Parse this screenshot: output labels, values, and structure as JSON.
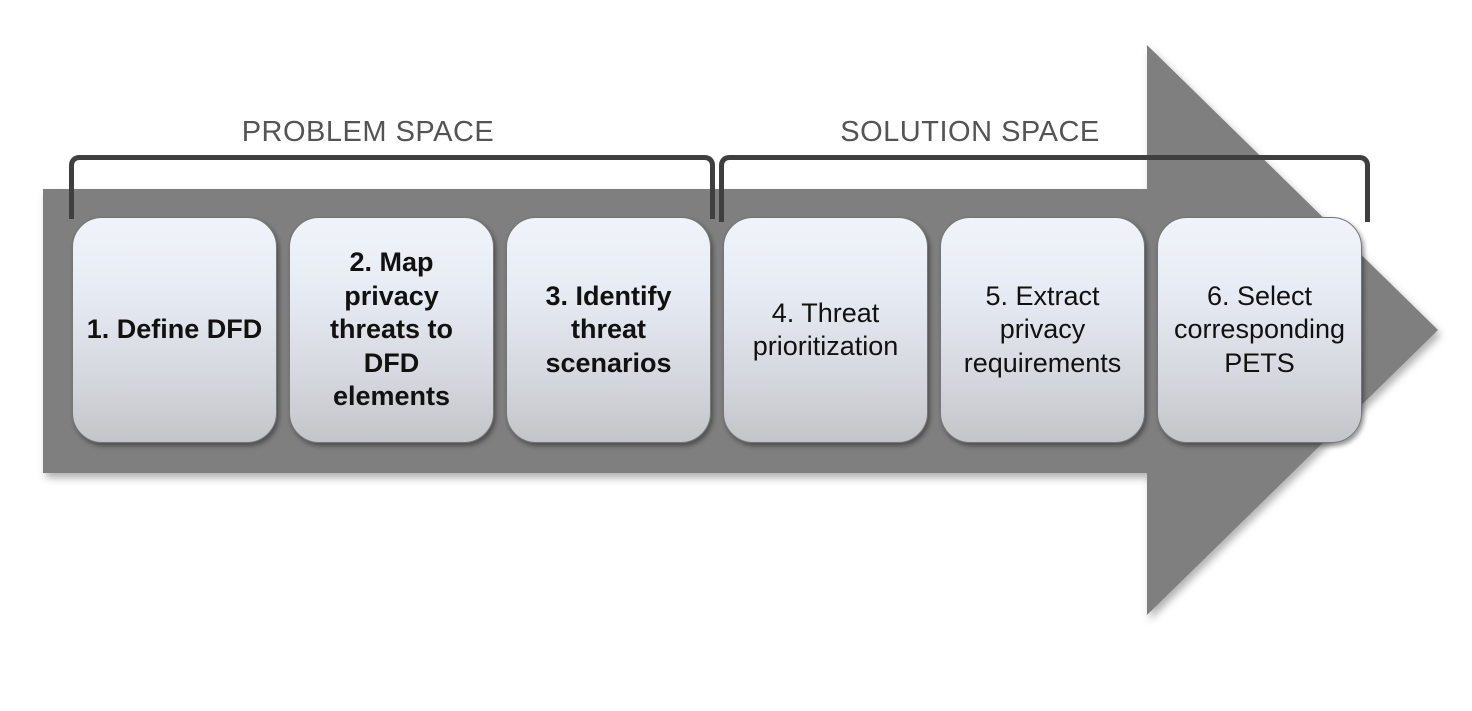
{
  "spaces": {
    "problem": {
      "label": "PROBLEM SPACE"
    },
    "solution": {
      "label": "SOLUTION SPACE"
    }
  },
  "steps": [
    {
      "text": "1. Define DFD"
    },
    {
      "text": "2. Map\nprivacy\nthreats to\nDFD\nelements"
    },
    {
      "text": "3. Identify\nthreat\nscenarios"
    },
    {
      "text": "4. Threat\nprioritization"
    },
    {
      "text": "5. Extract\nprivacy\nrequirements"
    },
    {
      "text": "6. Select\ncorresponding\nPETS"
    }
  ],
  "colors": {
    "arrow_gray": "#7f7f7f",
    "bracket": "#3f3f3f",
    "space_label_text": "#545454",
    "box_border": "#757575",
    "box_gradient_top": "#f0f4fa",
    "box_gradient_bottom": "#c3c5c9",
    "box_text": "#111111",
    "background": "#ffffff"
  }
}
